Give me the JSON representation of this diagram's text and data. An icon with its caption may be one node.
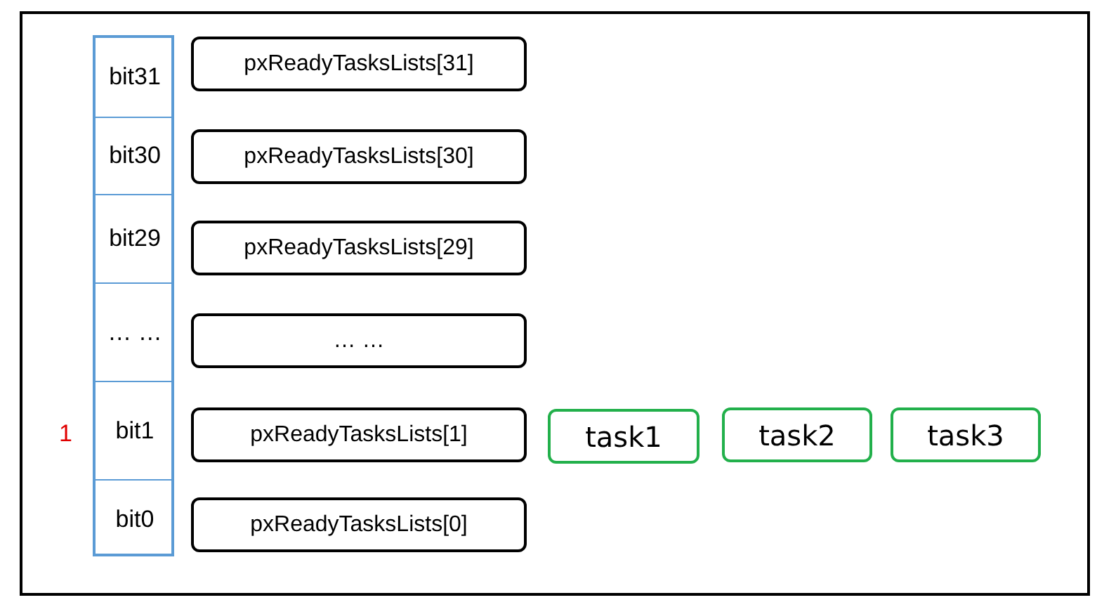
{
  "diagram": {
    "nodes": [
      {
        "text": [],
        "shape": "box"
      },
      {
        "text": [
          "bit31"
        ],
        "in": 0
      },
      {
        "text": [
          "bit30"
        ],
        "in": 0
      },
      {
        "text": [
          "bit29"
        ],
        "in": 0
      },
      {
        "text": [
          "… …"
        ],
        "in": 0
      },
      {
        "text": [
          "bit1"
        ],
        "in": 0
      },
      {
        "text": [
          "bit0"
        ],
        "in": 0
      },
      {
        "text": [
          "pxReadyTasksLists[31]"
        ]
      },
      {
        "text": [
          "pxReadyTasksLists[30]"
        ]
      },
      {
        "text": [
          "pxReadyTasksLists[29]"
        ]
      },
      {
        "text": [
          "… …"
        ]
      },
      {
        "text": [
          "pxReadyTasksLists[1]"
        ]
      },
      {
        "text": [
          "pxReadyTasksLists[0]"
        ]
      },
      {
        "text": [
          "task1"
        ]
      },
      {
        "text": [
          "task2"
        ]
      },
      {
        "text": [
          "task3"
        ]
      }
    ],
    "labels": [
      "1"
    ]
  }
}
